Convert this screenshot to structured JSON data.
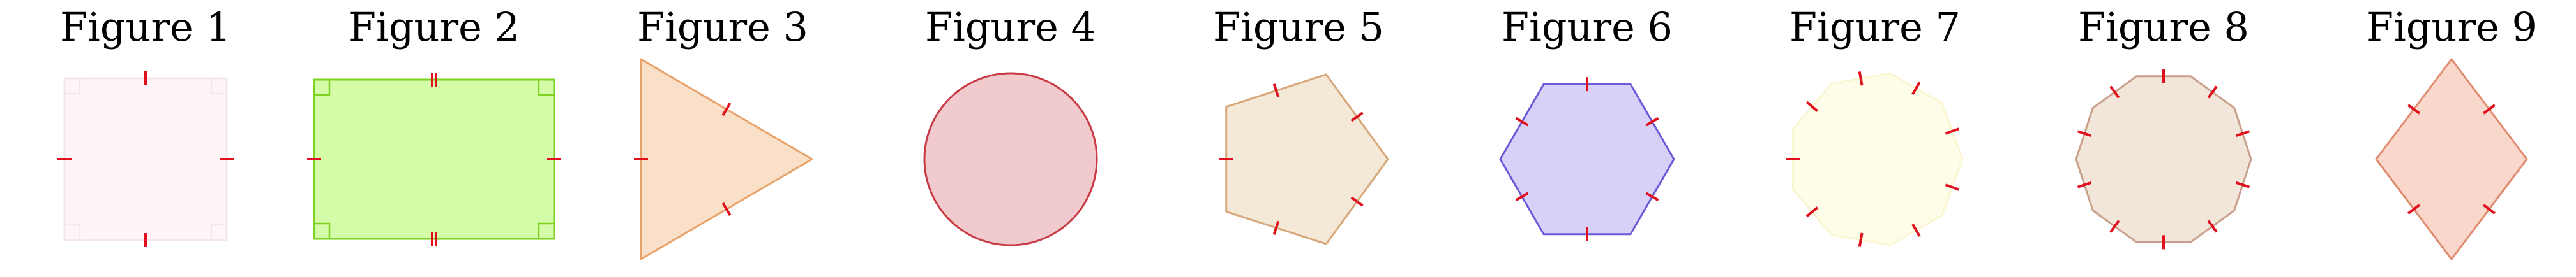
{
  "figures": [
    {
      "title": "Figure 1",
      "shape": "square",
      "sides": 4,
      "fill": "#fff5f8",
      "stroke": "#f5e6ea",
      "tick_marks": "single",
      "right_angle_marks": true
    },
    {
      "title": "Figure 2",
      "shape": "rectangle",
      "sides": 4,
      "fill": "#d4fca8",
      "stroke": "#7cd21e",
      "tick_marks": "single-and-double",
      "right_angle_marks": true
    },
    {
      "title": "Figure 3",
      "shape": "equilateral-triangle",
      "sides": 3,
      "fill": "#fbe0c9",
      "stroke": "#e8a26a",
      "tick_marks": "single"
    },
    {
      "title": "Figure 4",
      "shape": "circle",
      "sides": 0,
      "fill": "#f0cacd",
      "stroke": "#c83a44",
      "tick_marks": "none"
    },
    {
      "title": "Figure 5",
      "shape": "regular-pentagon",
      "sides": 5,
      "fill": "#f4e8d7",
      "stroke": "#d7a77a",
      "tick_marks": "single"
    },
    {
      "title": "Figure 6",
      "shape": "regular-hexagon",
      "sides": 6,
      "fill": "#d8d1f7",
      "stroke": "#6a5ad8",
      "tick_marks": "single"
    },
    {
      "title": "Figure 7",
      "shape": "regular-nonagon",
      "sides": 9,
      "fill": "#fefde8",
      "stroke": "#fbf6d2",
      "tick_marks": "single"
    },
    {
      "title": "Figure 8",
      "shape": "regular-decagon",
      "sides": 10,
      "fill": "#f2e5da",
      "stroke": "#c9a08a",
      "tick_marks": "single"
    },
    {
      "title": "Figure 9",
      "shape": "rhombus",
      "sides": 4,
      "fill": "#f9d7cb",
      "stroke": "#e08a6e",
      "tick_marks": "single"
    }
  ],
  "colors": {
    "tick": "#e0101c",
    "title": "#000000"
  }
}
